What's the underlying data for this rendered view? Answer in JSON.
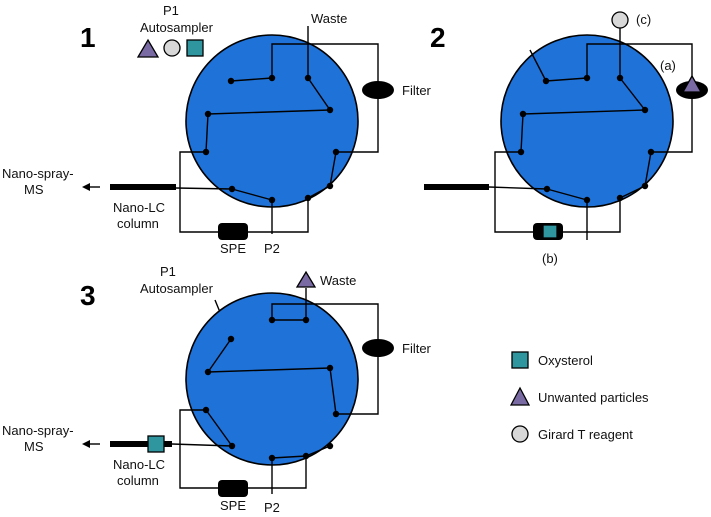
{
  "panels": {
    "p1": {
      "number": "1",
      "autosampler_line1": "P1",
      "autosampler_line2": "Autosampler",
      "waste": "Waste",
      "filter": "Filter",
      "ms_line1": "Nano-spray-",
      "ms_line2": "MS",
      "column_line1": "Nano-LC",
      "column_line2": "column",
      "spe": "SPE",
      "p2": "P2"
    },
    "p2": {
      "number": "2",
      "label_a": "(a)",
      "label_b": "(b)",
      "label_c": "(c)"
    },
    "p3": {
      "number": "3",
      "autosampler_line1": "P1",
      "autosampler_line2": "Autosampler",
      "waste": "Waste",
      "filter": "Filter",
      "ms_line1": "Nano-spray-",
      "ms_line2": "MS",
      "column_line1": "Nano-LC",
      "column_line2": "column",
      "spe": "SPE",
      "p2": "P2"
    }
  },
  "legend": [
    {
      "icon": "oxysterol-square-icon",
      "label": "Oxysterol",
      "color": "#2f96a0"
    },
    {
      "icon": "unwanted-particles-triangle-icon",
      "label": "Unwanted particles",
      "color": "#7a6aa3"
    },
    {
      "icon": "girard-t-circle-icon",
      "label": "Girard T reagent",
      "color": "#d8d8d8"
    }
  ],
  "colors": {
    "valve": "#1f72d8",
    "oxysterol": "#2f96a0",
    "unwanted": "#7a6aa3",
    "girard": "#d8d8d8"
  }
}
